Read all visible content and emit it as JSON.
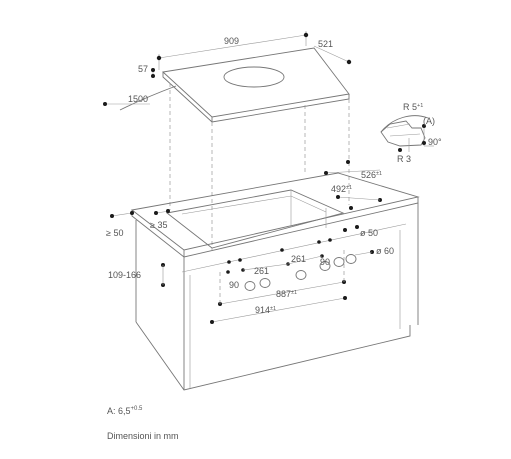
{
  "labels": {
    "hob_width": "909",
    "hob_depth": "521",
    "hob_height": "57",
    "cable_length": "1500",
    "cutout_depth": "526",
    "cutout_depth_tol": "±1",
    "cutout_inner": "492",
    "cutout_inner_tol": "±1",
    "wall_gap": "≥ 50",
    "rear_gap": "≥ 35",
    "hole_dia_1": "ø 50",
    "hole_dia_2": "ø 60",
    "carcass_height": "109-166",
    "knob_spacing_1": "261",
    "knob_spacing_2": "261",
    "knob_offset_1": "90",
    "knob_offset_2": "90",
    "knob_span": "887",
    "knob_span_tol": "±1",
    "front_span": "914",
    "front_span_tol": "±1",
    "radius_outer": "R 5",
    "radius_outer_tol": "+1",
    "radius_inner": "R 3",
    "detail_marker": "(A)",
    "detail_angle": "90°"
  },
  "notes": {
    "a_label": "A: 6,5",
    "a_tol": "+0.5",
    "units": "Dimensioni in mm"
  }
}
